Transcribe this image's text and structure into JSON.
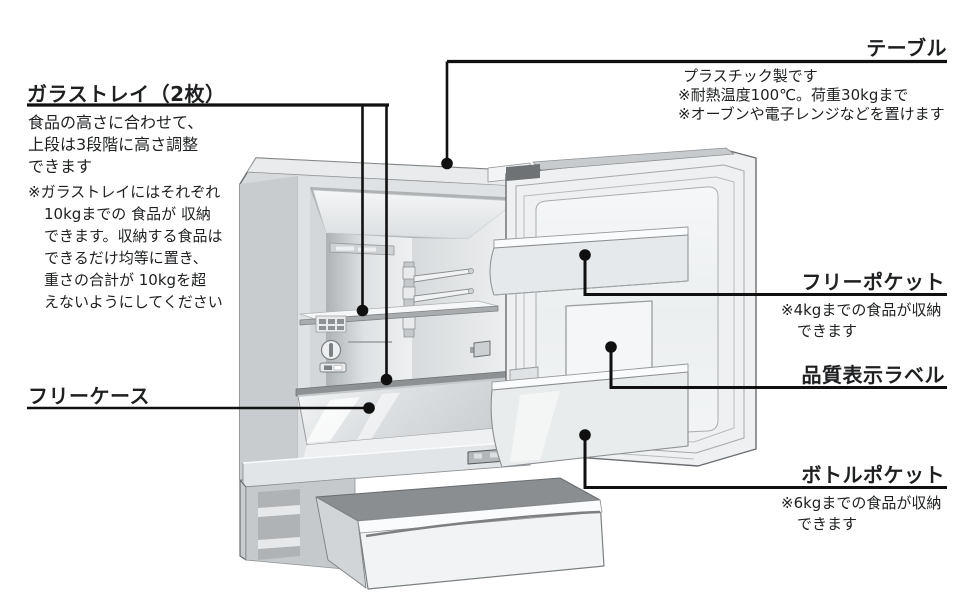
{
  "diagram": {
    "callouts": {
      "glass_tray": {
        "title": "ガラストレイ（2枚）",
        "desc": [
          "食品の高さに合わせて、",
          "上段は3段階に高さ調整",
          "できます"
        ],
        "notes": [
          "※ガラストレイにはそれぞれ",
          "10kgまでの 食品が 収納",
          "できます。収納する食品は",
          "できるだけ均等に置き、",
          "重さの合計が 10kgを超",
          "えないようにしてください"
        ]
      },
      "table": {
        "title": "テーブル",
        "desc": [
          "プラスチック製です"
        ],
        "notes": [
          "※耐熱温度100℃。荷重30kgまで",
          "※オーブンや電子レンジなどを置けます"
        ]
      },
      "free_pocket": {
        "title": "フリーポケット",
        "notes": [
          "※4kgまでの食品が収納",
          "できます"
        ]
      },
      "quality_label": {
        "title": "品質表示ラベル"
      },
      "free_case": {
        "title": "フリーケース"
      },
      "bottle_pocket": {
        "title": "ボトルポケット",
        "notes": [
          "※6kgまでの食品が収納",
          "できます"
        ]
      }
    },
    "colors": {
      "text": "#1d1f20",
      "callout_line": "#101010",
      "background": "#ffffff"
    }
  }
}
